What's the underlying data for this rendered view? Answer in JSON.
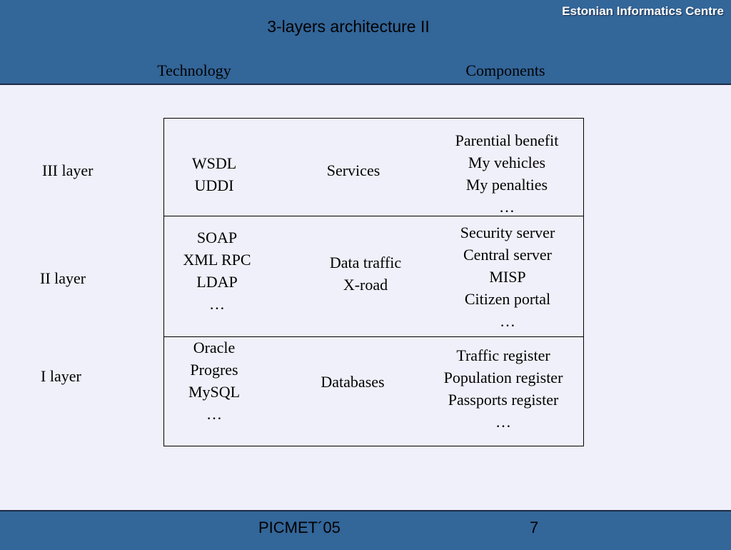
{
  "header": {
    "org": "Estonian Informatics Centre",
    "title": "3-layers architecture II",
    "columns": {
      "technology": "Technology",
      "components": "Components"
    }
  },
  "layers": [
    {
      "label": "III layer",
      "technology": [
        "WSDL",
        "UDDI"
      ],
      "category": [
        "Services"
      ],
      "components": [
        "Parential benefit",
        "My vehicles",
        "My penalties",
        "…"
      ]
    },
    {
      "label": "II layer",
      "technology": [
        "SOAP",
        "XML RPC",
        "LDAP",
        "…"
      ],
      "category": [
        "Data traffic",
        "X-road"
      ],
      "components": [
        "Security server",
        "Central server",
        "MISP",
        "Citizen portal",
        "…"
      ]
    },
    {
      "label": "I layer",
      "technology": [
        "Oracle",
        "Progres",
        "MySQL",
        "…"
      ],
      "category": [
        "Databases"
      ],
      "components": [
        "Traffic register",
        "Population register",
        "Passports register",
        "…"
      ]
    }
  ],
  "footer": {
    "text": "PICMET´05",
    "page": "7"
  }
}
